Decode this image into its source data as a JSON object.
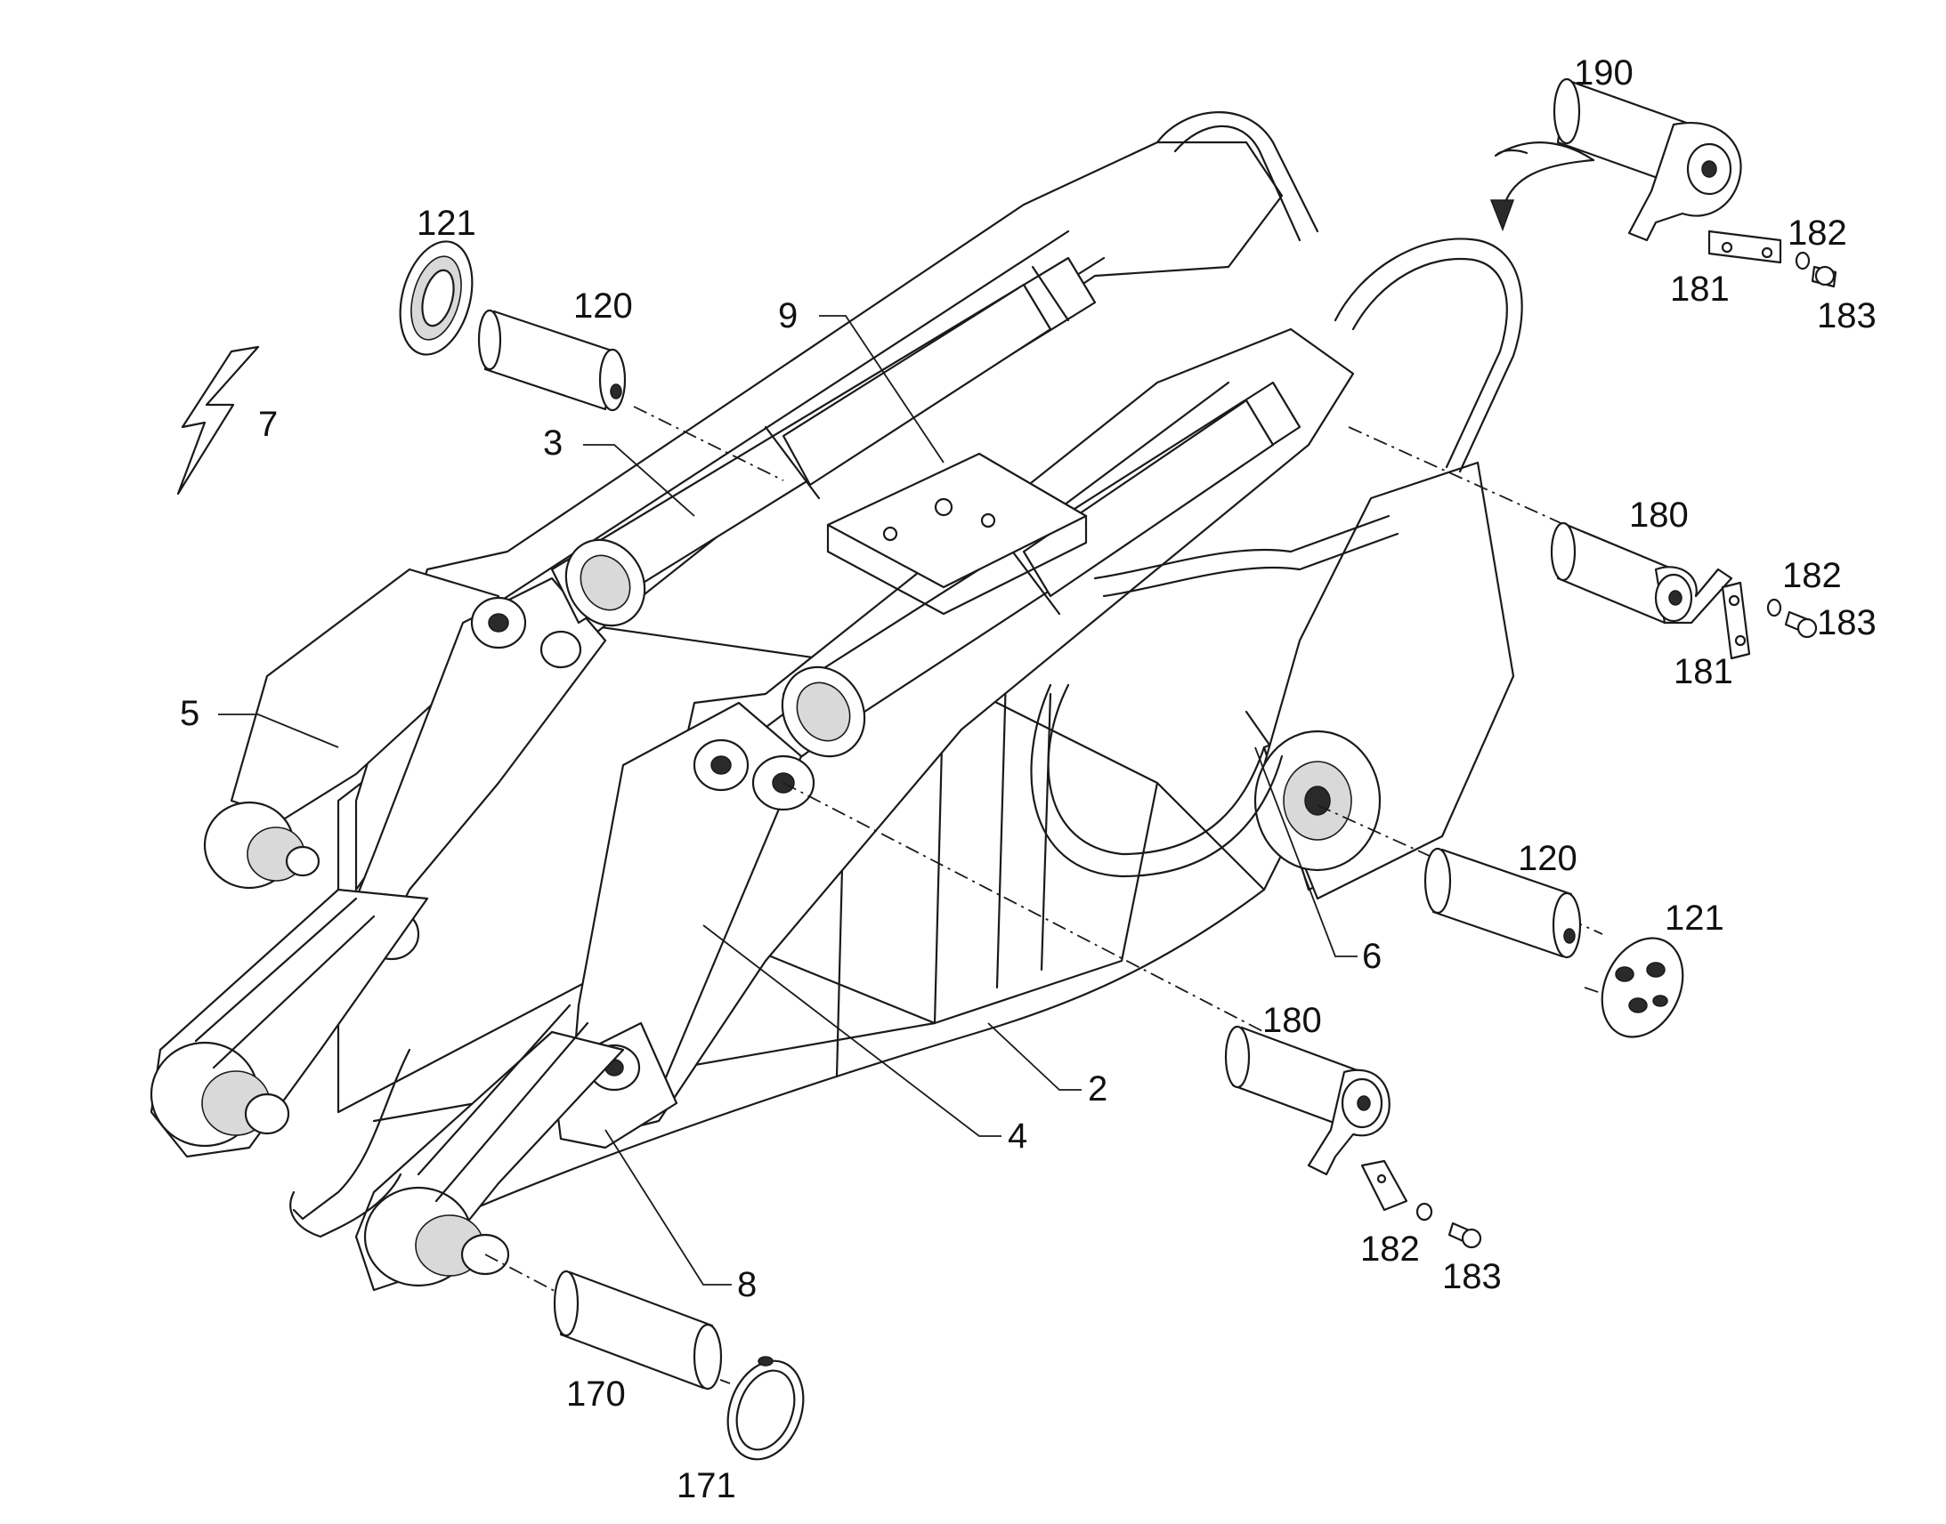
{
  "diagram": {
    "labels": {
      "l190": "190",
      "l182a": "182",
      "l181a": "181",
      "l183a": "183",
      "l121a": "121",
      "l120a": "120",
      "l9": "9",
      "l3": "3",
      "l7": "7",
      "l180a": "180",
      "l182b": "182",
      "l183b": "183",
      "l181b": "181",
      "l5": "5",
      "l120b": "120",
      "l121b": "121",
      "l6": "6",
      "l180b": "180",
      "l2": "2",
      "l4": "4",
      "l182c": "182",
      "l183c": "183",
      "l8": "8",
      "l170": "170",
      "l171": "171"
    },
    "colors": {
      "line": "#1a1a1a",
      "background": "#ffffff"
    }
  }
}
